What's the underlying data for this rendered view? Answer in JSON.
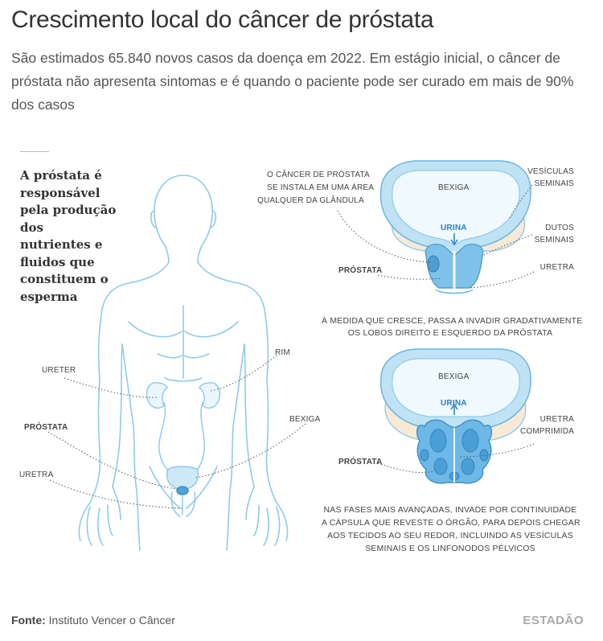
{
  "header": {
    "title": "Crescimento local do câncer de próstata",
    "subtitle": "São estimados 65.840 novos casos da doença em 2022. Em estágio inicial, o câncer de próstata não apresenta sintomas e é quando o paciente pode ser curado em mais de 90% dos casos"
  },
  "quote": "A próstata é responsável pela produção dos nutrientes e fluidos que constituem o esperma",
  "body_labels": {
    "ureter": "URETER",
    "rim": "RIM",
    "prostata": "PRÓSTATA",
    "bexiga": "BEXIGA",
    "uretra": "URETRA"
  },
  "stage1": {
    "callout_line1": "O CÂNCER DE PRÓSTATA",
    "callout_line2": "SE INSTALA EM UMA ÁREA",
    "callout_line3": "QUALQUER DA GLÂNDULA",
    "bexiga": "BEXIGA",
    "urina": "URINA",
    "prostata": "PRÓSTATA",
    "vesiculas_line1": "VESÍCULAS",
    "vesiculas_line2": "SEMINAIS",
    "dutos_line1": "DUTOS",
    "dutos_line2": "SEMINAIS",
    "uretra": "URETRA",
    "caption_line1": "À MEDIDA QUE CRESCE, PASSA A INVADIR GRADATIVAMENTE",
    "caption_line2": "OS LOBOS DIREITO E ESQUERDO DA PRÓSTATA"
  },
  "stage2": {
    "bexiga": "BEXIGA",
    "urina": "URINA",
    "prostata": "PRÓSTATA",
    "uretra_line1": "URETRA",
    "uretra_line2": "COMPRIMIDA",
    "caption_line1": "NAS FASES MAIS AVANÇADAS, INVADE POR CONTINUIDADE",
    "caption_line2": "A CÁPSULA QUE REVESTE O ÓRGÃO, PARA DEPOIS CHEGAR",
    "caption_line3": "AOS TECIDOS AO SEU REDOR, INCLUINDO AS VESÍCULAS",
    "caption_line4": "SEMINAIS E OS LINFONODOS PÉLVICOS"
  },
  "footer": {
    "source_label": "Fonte:",
    "source_text": "Instituto Vencer o Câncer",
    "logo": "ESTADÃO"
  },
  "colors": {
    "outline": "#8fcbea",
    "organ_fill": "#dcf0fa",
    "organ_dark": "#4f9fd1",
    "tumor": "#5aaee0",
    "tissue": "#f6ead7",
    "leader": "#555555"
  }
}
